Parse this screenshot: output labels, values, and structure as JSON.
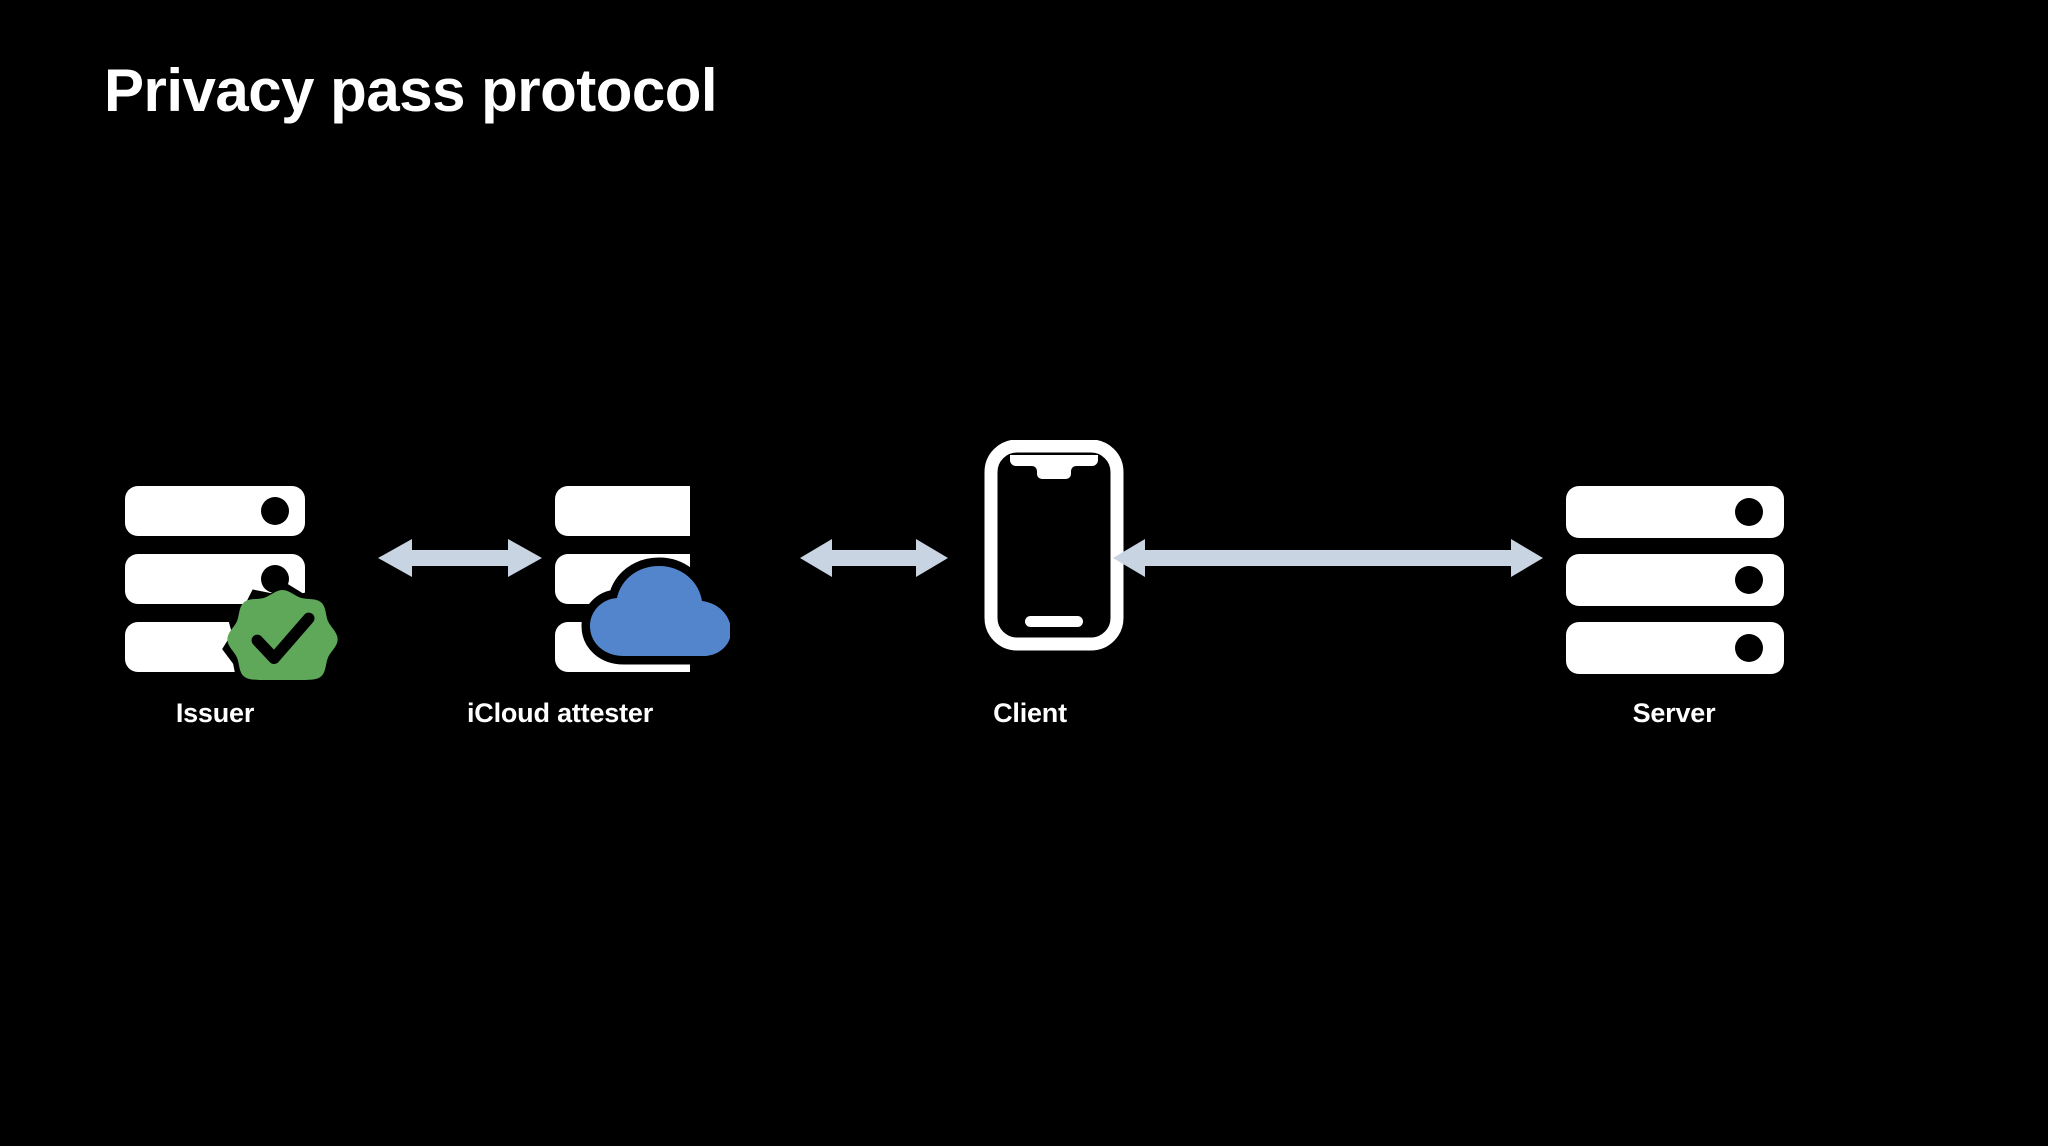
{
  "slide": {
    "title": "Privacy pass protocol",
    "background_color": "#000000",
    "text_color": "#ffffff"
  },
  "colors": {
    "background": "#000000",
    "foreground": "#ffffff",
    "arrow": "#c9d4e2",
    "badge_green": "#5fa85a",
    "cloud_blue": "#5285cb"
  },
  "diagram": {
    "type": "flow",
    "orientation": "horizontal",
    "nodes": [
      {
        "id": "issuer",
        "label": "Issuer",
        "icon": "server-rack-icon",
        "badge": "verified-checkmark-badge-icon",
        "badge_color": "#5fa85a"
      },
      {
        "id": "icloud-attester",
        "label": "iCloud attester",
        "icon": "server-rack-icon",
        "badge": "cloud-icon",
        "badge_color": "#5285cb"
      },
      {
        "id": "client",
        "label": "Client",
        "icon": "mobile-phone-icon",
        "badge": null,
        "badge_color": null
      },
      {
        "id": "server",
        "label": "Server",
        "icon": "server-rack-icon",
        "badge": null,
        "badge_color": null
      }
    ],
    "connections": [
      {
        "id": "issuer-to-attester",
        "from": "issuer",
        "to": "icloud-attester",
        "style": "double-headed-arrow",
        "color": "#c9d4e2"
      },
      {
        "id": "attester-to-client",
        "from": "icloud-attester",
        "to": "client",
        "style": "double-headed-arrow",
        "color": "#c9d4e2"
      },
      {
        "id": "client-to-server",
        "from": "client",
        "to": "server",
        "style": "double-headed-arrow",
        "color": "#c9d4e2"
      }
    ]
  }
}
